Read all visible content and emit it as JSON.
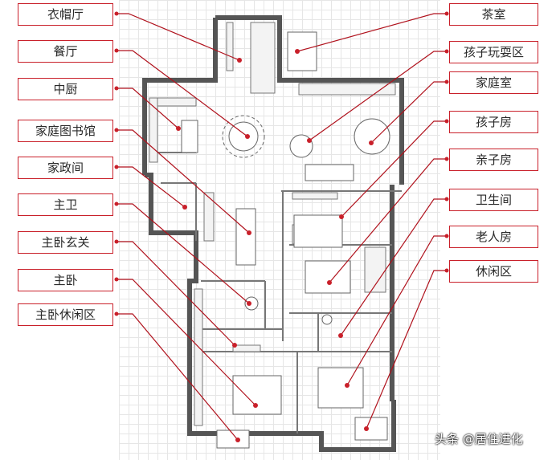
{
  "labels_left": [
    {
      "id": "coat-room",
      "text": "衣帽厅"
    },
    {
      "id": "dining-room",
      "text": "餐厅"
    },
    {
      "id": "chinese-kitchen",
      "text": "中厨"
    },
    {
      "id": "family-library",
      "text": "家庭图书馆"
    },
    {
      "id": "housekeeping-room",
      "text": "家政间"
    },
    {
      "id": "master-bath",
      "text": "主卫"
    },
    {
      "id": "master-foyer",
      "text": "主卧玄关"
    },
    {
      "id": "master-bedroom",
      "text": "主卧"
    },
    {
      "id": "master-lounge",
      "text": "主卧休闲区"
    }
  ],
  "labels_right": [
    {
      "id": "tea-room",
      "text": "茶室"
    },
    {
      "id": "kids-play-area",
      "text": "孩子玩耍区"
    },
    {
      "id": "family-room",
      "text": "家庭室"
    },
    {
      "id": "kids-room",
      "text": "孩子房"
    },
    {
      "id": "parent-child-room",
      "text": "亲子房"
    },
    {
      "id": "bathroom",
      "text": "卫生间"
    },
    {
      "id": "elderly-room",
      "text": "老人房"
    },
    {
      "id": "leisure-area",
      "text": "休闲区"
    }
  ],
  "watermark": "头条 @居住进化",
  "colors": {
    "accent": "#c9202a",
    "wall": "#555555",
    "grid": "#e6e6e6"
  }
}
